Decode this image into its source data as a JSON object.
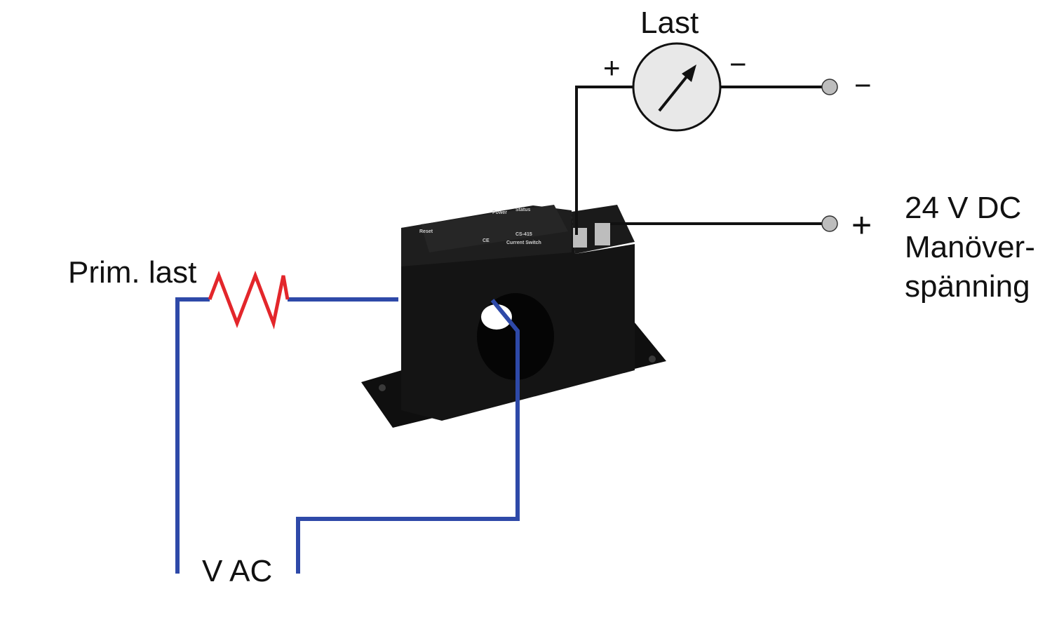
{
  "labels": {
    "load_title": "Last",
    "load_plus": "+",
    "load_minus": "−",
    "terminal_minus": "−",
    "terminal_plus": "+",
    "dc_line1": "24 V DC",
    "dc_line2": "Manöver-",
    "dc_line3": "spänning",
    "primary_load": "Prim. last",
    "vac": "V AC"
  },
  "device": {
    "model": "CS-415",
    "name": "Current Switch",
    "label_power": "Power",
    "label_status": "Status",
    "label_reset": "Reset",
    "label_ce": "CE"
  },
  "colors": {
    "ac_wire": "#2e49a8",
    "dc_wire": "#111111",
    "resistor": "#e3262b",
    "meter_fill": "#e8e8e8",
    "terminal_fill": "#bdbdbd",
    "device_body": "#141414"
  }
}
